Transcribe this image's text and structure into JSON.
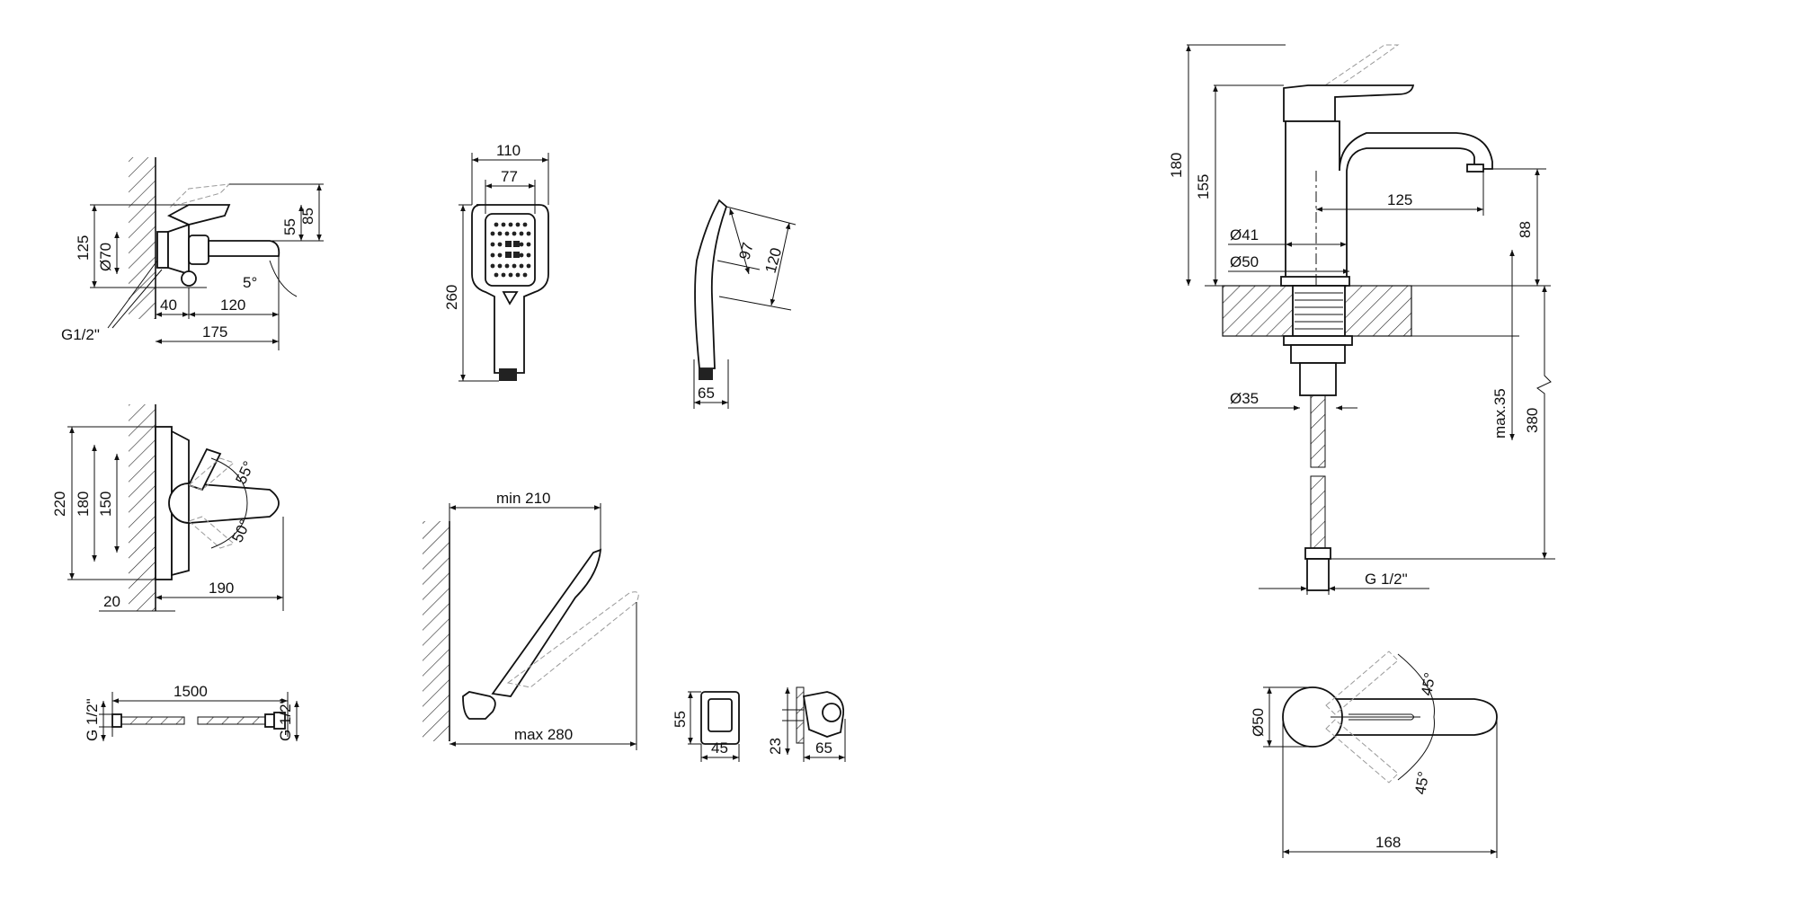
{
  "bath_side": {
    "h125": "125",
    "d70": "Ø70",
    "d40": "40",
    "d120": "120",
    "d175": "175",
    "d55": "55",
    "d85": "85",
    "angle5": "5°",
    "thread": "G1/2\""
  },
  "bath_top": {
    "d220": "220",
    "d180": "180",
    "d150": "150",
    "d190": "190",
    "d20": "20",
    "a55": "55°",
    "a50": "50°"
  },
  "hose": {
    "length": "1500",
    "left_thread": "G 1/2\"",
    "right_thread": "G 1/2\""
  },
  "shower_head": {
    "w110": "110",
    "w77": "77",
    "h260": "260"
  },
  "shower_side": {
    "d97": "97",
    "d120": "120",
    "d65": "65"
  },
  "holder_install": {
    "min210": "min 210",
    "max280": "max 280"
  },
  "holder_front": {
    "d55": "55",
    "d45": "45"
  },
  "holder_side": {
    "d23": "23",
    "d65": "65"
  },
  "basin_side": {
    "d180": "180",
    "d155": "155",
    "d41": "Ø41",
    "d50": "Ø50",
    "d125": "125",
    "d88": "88",
    "d35": "Ø35",
    "max35": "max.35",
    "d380": "380",
    "thread": "G 1/2\""
  },
  "basin_top": {
    "d50": "Ø50",
    "a45top": "45°",
    "a45bot": "45°",
    "d168": "168"
  }
}
